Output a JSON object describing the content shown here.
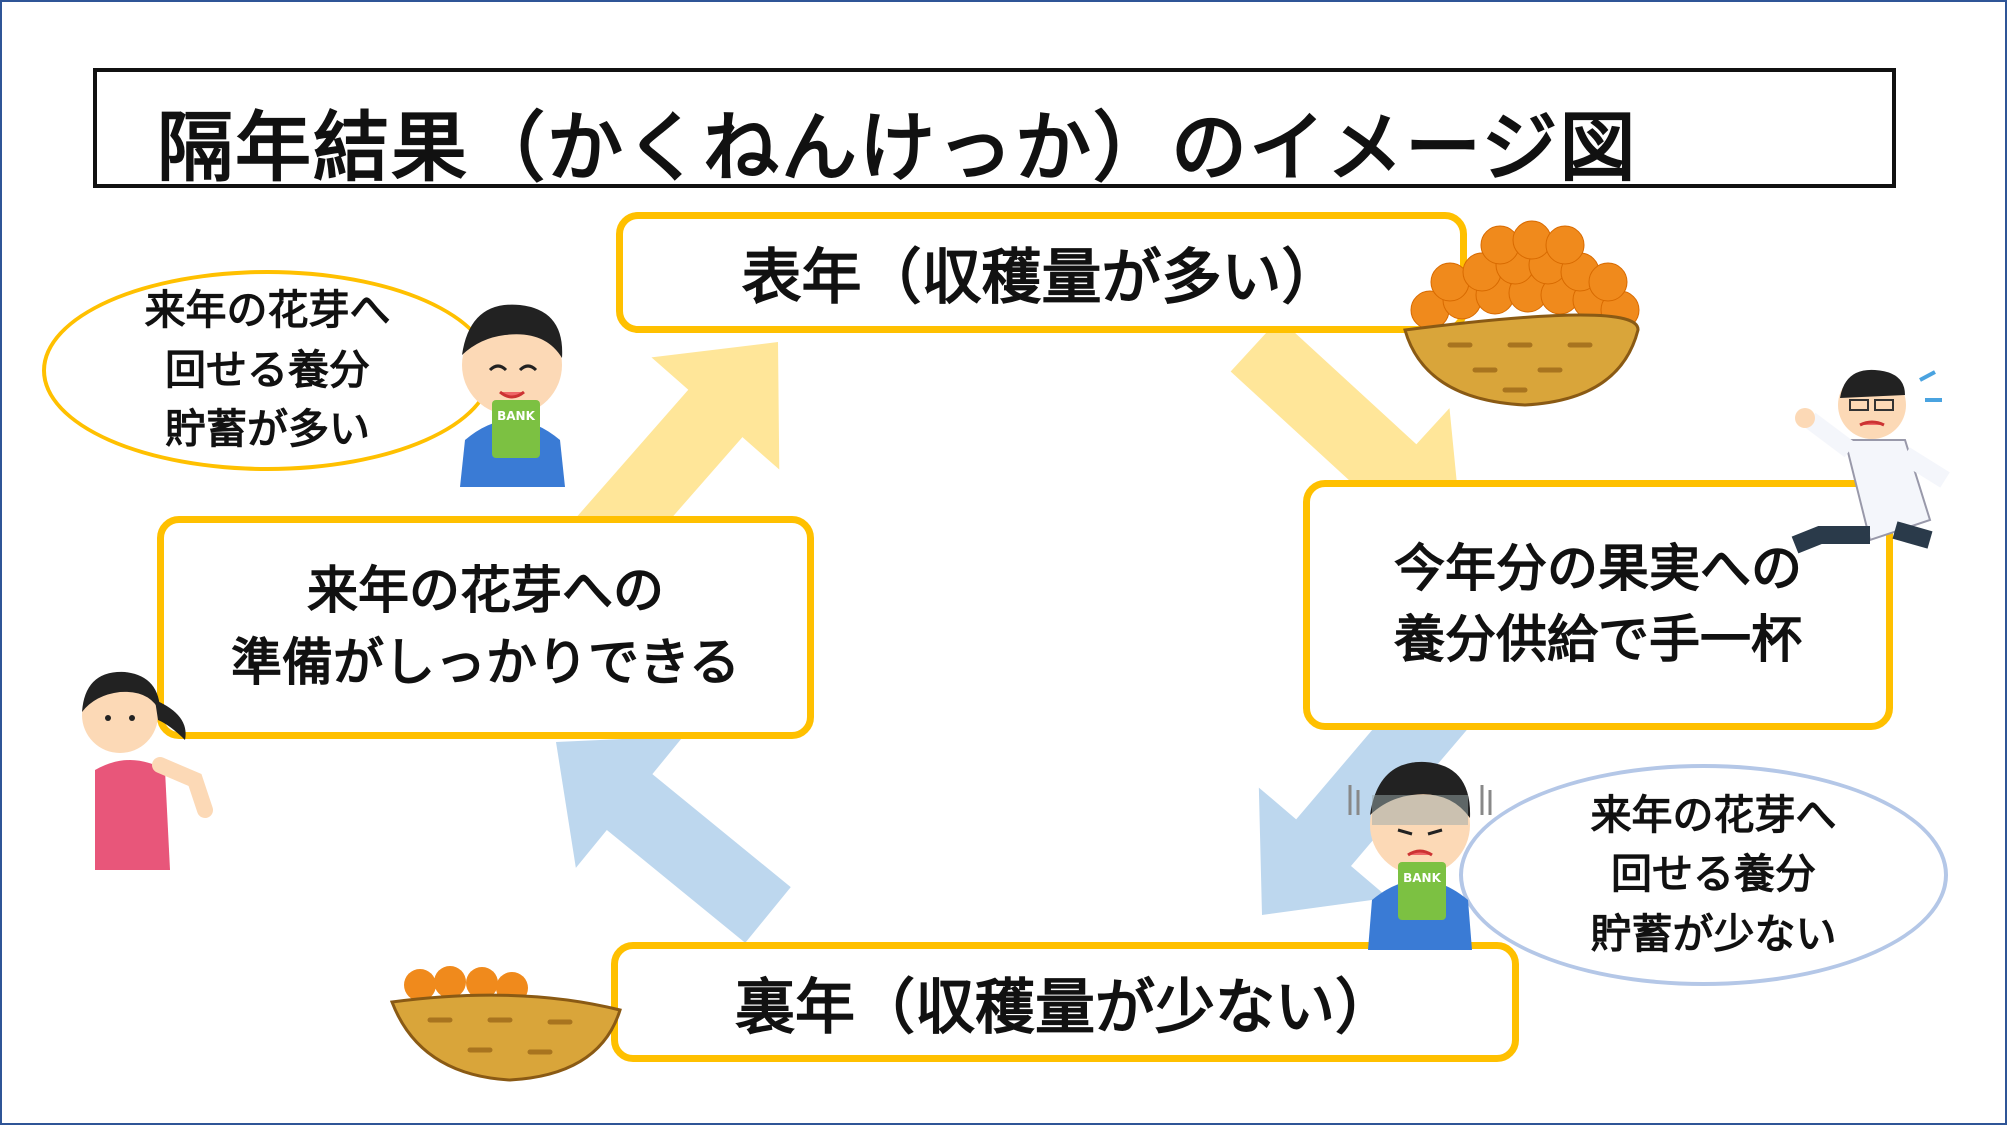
{
  "title": "隔年結果（かくねんけっか）のイメージ図",
  "boxes": {
    "on_year": "表年（収穫量が多い）",
    "this_year_line1": "今年分の果実への",
    "this_year_line2": "養分供給で手一杯",
    "next_year_line1": "来年の花芽への",
    "next_year_line2": "準備がしっかりできる",
    "off_year": "裏年（収穫量が少ない）"
  },
  "bubbles": {
    "many": [
      "来年の花芽へ",
      "回せる養分",
      "貯蓄が多い"
    ],
    "few": [
      "来年の花芽へ",
      "回せる養分",
      "貯蓄が少ない"
    ]
  },
  "bank_label": "BANK",
  "colors": {
    "box_border": "#FFC000",
    "arrow_yellow": "#FFE699",
    "arrow_blue": "#BDD7EE",
    "bubble_blue": "#B4C7E7"
  }
}
